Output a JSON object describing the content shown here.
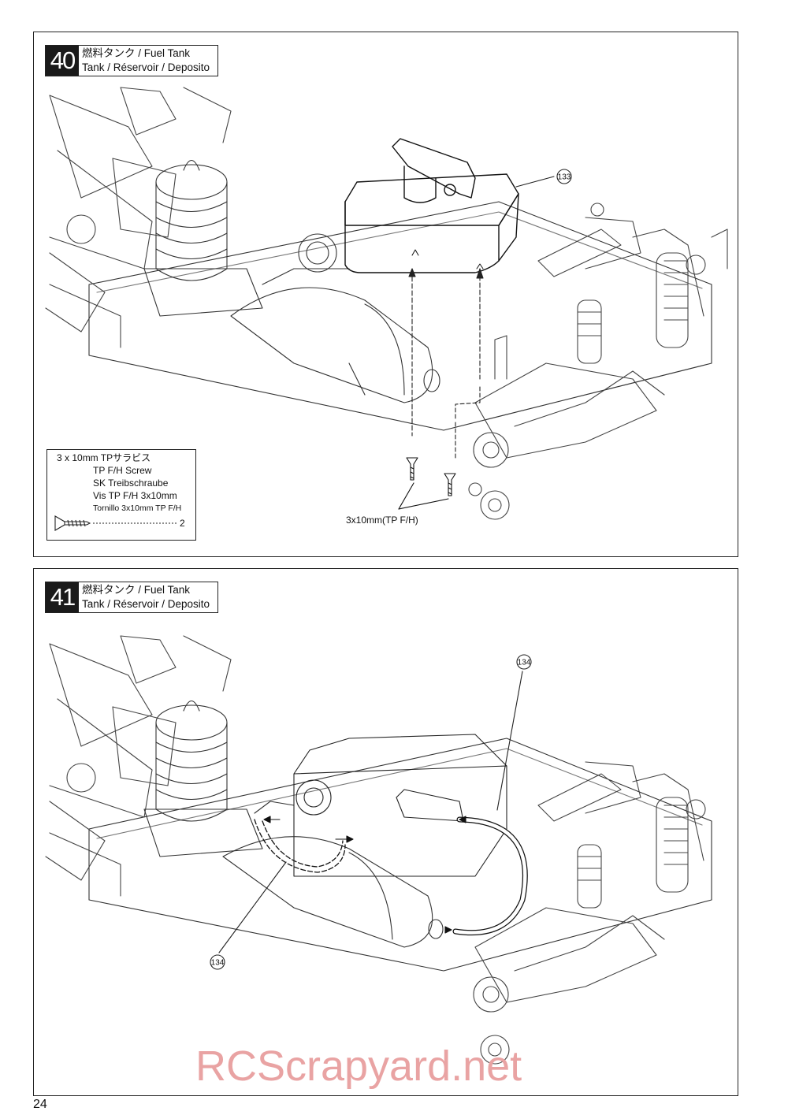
{
  "steps": [
    {
      "number": "40",
      "title_line1": "燃料タンク / Fuel Tank",
      "title_line2": "Tank / Réservoir / Deposito",
      "part_callouts": [
        "133"
      ],
      "screw_label": "3x10mm(TP F/H)",
      "parts_box": {
        "line1": "3 x 10mm  TPサラビス",
        "line2": "TP F/H Screw",
        "line3": "SK Treibschraube",
        "line4": "Vis TP F/H 3x10mm",
        "line5": "Tornillo 3x10mm TP F/H",
        "quantity": "2"
      }
    },
    {
      "number": "41",
      "title_line1": "燃料タンク / Fuel Tank",
      "title_line2": "Tank / Réservoir / Deposito",
      "part_callouts": [
        "134",
        "134"
      ]
    }
  ],
  "page_number": "24",
  "watermark": "RCScrapyard.net"
}
